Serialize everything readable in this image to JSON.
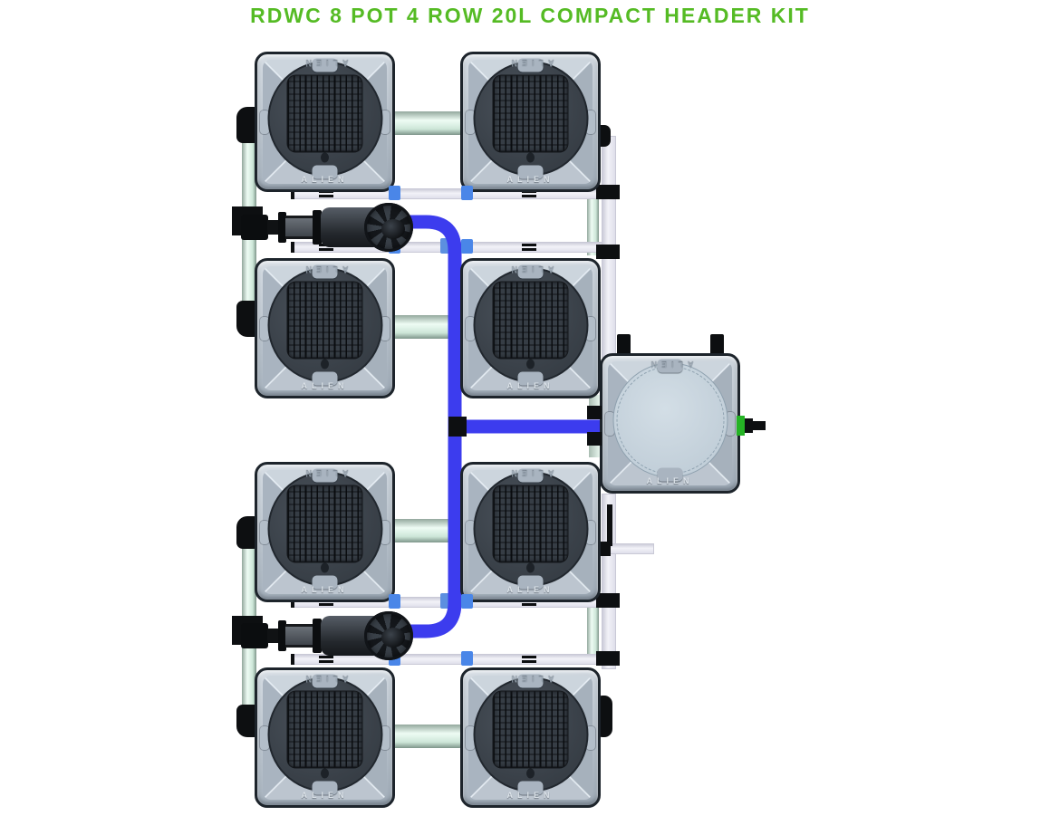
{
  "title": "RDWC 8 POT 4 ROW 20L COMPACT HEADER KIT",
  "brand": "ALIEN",
  "colors": {
    "title_green": "#55bb24",
    "tube_blue": "#3c3cee",
    "mint_pipe": "#d9efe5",
    "return_pipe": "#e7e7f0",
    "fitting_blue": "#4a86e8",
    "outlet_green": "#25b325",
    "pot_body": "#bcc6d0",
    "pot_lid": "#3f464e",
    "tank_lid": "#c9d4dd"
  },
  "inventory": {
    "pots": [
      {
        "id": "pot-1",
        "row": 1,
        "position": "left"
      },
      {
        "id": "pot-2",
        "row": 1,
        "position": "right"
      },
      {
        "id": "pot-3",
        "row": 2,
        "position": "left"
      },
      {
        "id": "pot-4",
        "row": 2,
        "position": "right"
      },
      {
        "id": "pot-5",
        "row": 3,
        "position": "left"
      },
      {
        "id": "pot-6",
        "row": 3,
        "position": "right"
      },
      {
        "id": "pot-7",
        "row": 4,
        "position": "left"
      },
      {
        "id": "pot-8",
        "row": 4,
        "position": "right"
      }
    ],
    "header_tank": {
      "id": "header-tank",
      "count": 1
    },
    "pumps": [
      {
        "id": "pump-1"
      },
      {
        "id": "pump-2"
      }
    ]
  }
}
